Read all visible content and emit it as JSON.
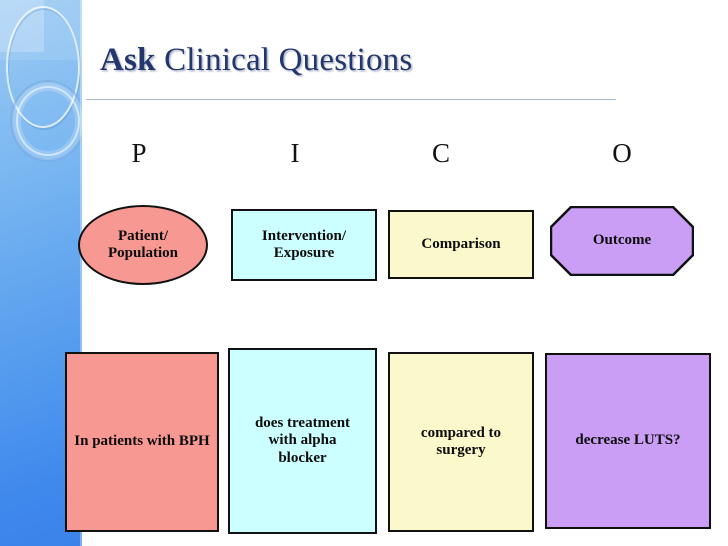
{
  "slide": {
    "title_strong": "Ask",
    "title_rest": " Clinical Questions",
    "background_color": "#ffffff",
    "sidebar_color": "#4a90ee",
    "title_color": "#23366e"
  },
  "pico_letters": [
    {
      "letter": "P",
      "name": "pico-letter-p"
    },
    {
      "letter": "I",
      "name": "pico-letter-i"
    },
    {
      "letter": "C",
      "name": "pico-letter-c"
    },
    {
      "letter": "O",
      "name": "pico-letter-o"
    }
  ],
  "framework": {
    "population": {
      "label": "Patient/\nPopulation",
      "label_line1": "Patient/",
      "label_line2": "Population",
      "shape": "ellipse",
      "color": "#f79892"
    },
    "intervention": {
      "label_line1": "Intervention/",
      "label_line2": "Exposure",
      "shape": "rectangle",
      "color": "#ccffff"
    },
    "comparison": {
      "label": "Comparison",
      "shape": "rectangle",
      "color": "#fbf8cb"
    },
    "outcome": {
      "label": "Outcome",
      "shape": "octagon",
      "color": "#cb9ef5"
    }
  },
  "example": {
    "population": "In patients with BPH",
    "intervention": "does treatment with alpha blocker",
    "comparison": "compared to surgery",
    "outcome": "decrease LUTS?"
  }
}
